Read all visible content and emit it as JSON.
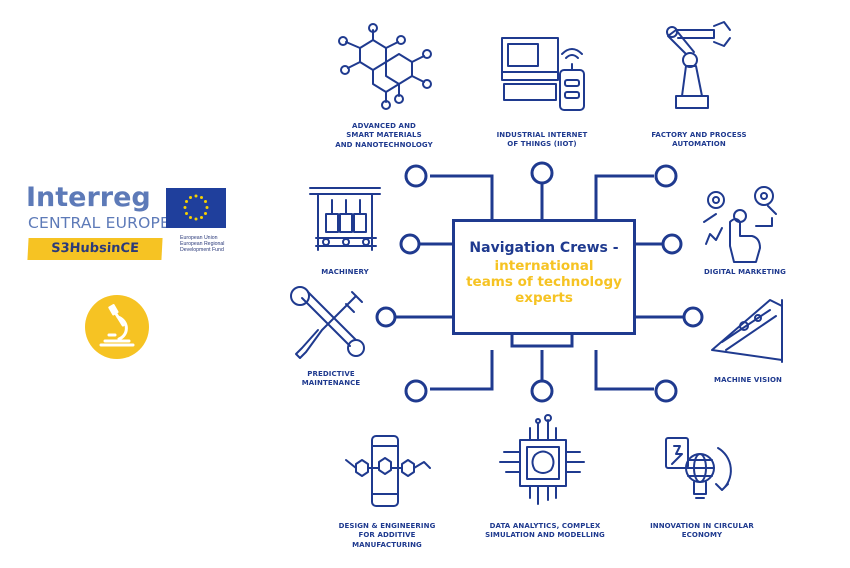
{
  "logo": {
    "brand": "Interreg",
    "region": "CENTRAL EUROPE",
    "project": "S3HubsinCE",
    "eu_line1": "European Union",
    "eu_line2": "European Regional",
    "eu_line3": "Development Fund"
  },
  "center": {
    "title": "Navigation Crews -",
    "subtitle_lines": [
      "international",
      "teams of technology",
      "experts"
    ]
  },
  "topics": {
    "materials": [
      "ADVANCED AND",
      "SMART MATERIALS",
      "AND NANOTECHNOLOGY"
    ],
    "iiot": [
      "INDUSTRIAL INTERNET",
      "OF THINGS (IIOT)"
    ],
    "automation": [
      "FACTORY AND PROCESS",
      "AUTOMATION"
    ],
    "machinery": [
      "MACHINERY"
    ],
    "digital_marketing": [
      "DIGITAL MARKETING"
    ],
    "predictive": [
      "PREDICTIVE",
      "MAINTENANCE"
    ],
    "machine_vision": [
      "MACHINE VISION"
    ],
    "design": [
      "DESIGN & ENGINEERING",
      "FOR ADDITIVE",
      "MANUFACTURING"
    ],
    "analytics": [
      "DATA ANALYTICS, COMPLEX",
      "SIMULATION AND MODELLING"
    ],
    "circular": [
      "INNOVATION IN CIRCULAR",
      "ECONOMY"
    ]
  },
  "colors": {
    "primary": "#1f3a8f",
    "accent": "#f6c323",
    "logo_blue": "#5d7ab8",
    "eu_blue": "#1f3f9c"
  },
  "icons": {
    "materials": "molecule-lattice-icon",
    "iiot": "iot-device-icon",
    "automation": "robot-arm-icon",
    "machinery": "machine-press-icon",
    "digital_marketing": "gears-touch-icon",
    "predictive": "wrench-screwdriver-icon",
    "machine_vision": "camera-scanner-icon",
    "design": "phone-3d-print-icon",
    "analytics": "brain-chip-icon",
    "circular": "bulb-globe-icon",
    "badge": "microscope-icon"
  }
}
